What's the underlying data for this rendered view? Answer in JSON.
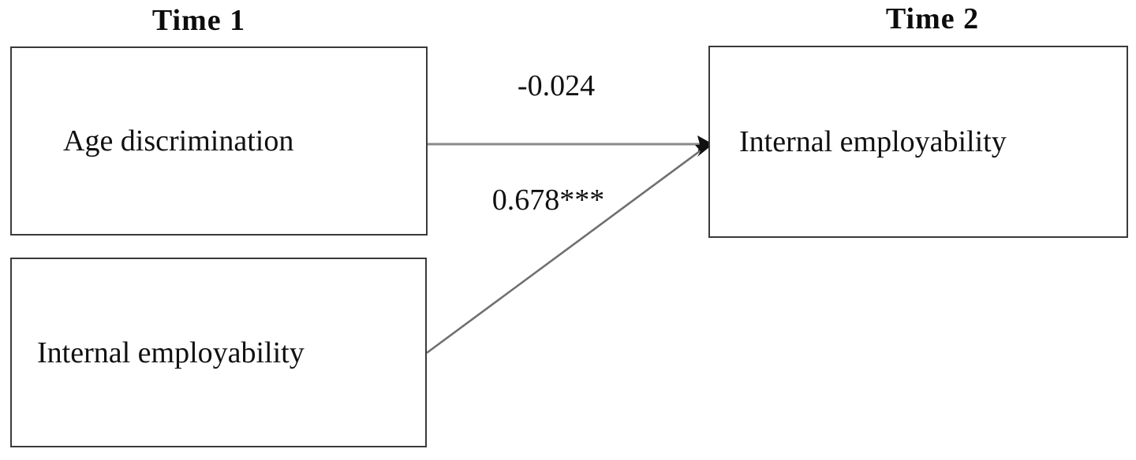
{
  "figure": {
    "type": "path-diagram",
    "background_color": "#ffffff",
    "line_color": "#8a8a8a",
    "box_border_color": "#3a3a3a",
    "text_color": "#111111"
  },
  "columns": [
    {
      "id": "time1",
      "label": "Time 1"
    },
    {
      "id": "time2",
      "label": "Time 2"
    }
  ],
  "nodes": [
    {
      "id": "age-discrimination-t1",
      "label": "Age discrimination",
      "column": "Time 1"
    },
    {
      "id": "internal-employability-t1",
      "label": "Internal employability",
      "column": "Time 1"
    },
    {
      "id": "internal-employability-t2",
      "label": "Internal employability",
      "column": "Time 2"
    }
  ],
  "edges": [
    {
      "id": "direct-path",
      "from": "age-discrimination-t1",
      "to": "internal-employability-t2",
      "coefficient": "-0.024",
      "value": -0.024,
      "significance": "",
      "arrowhead": true
    },
    {
      "id": "autoregressive-path",
      "from": "internal-employability-t1",
      "to": "internal-employability-t2",
      "coefficient": "0.678***",
      "value": 0.678,
      "significance": "***",
      "arrowhead": true
    }
  ]
}
